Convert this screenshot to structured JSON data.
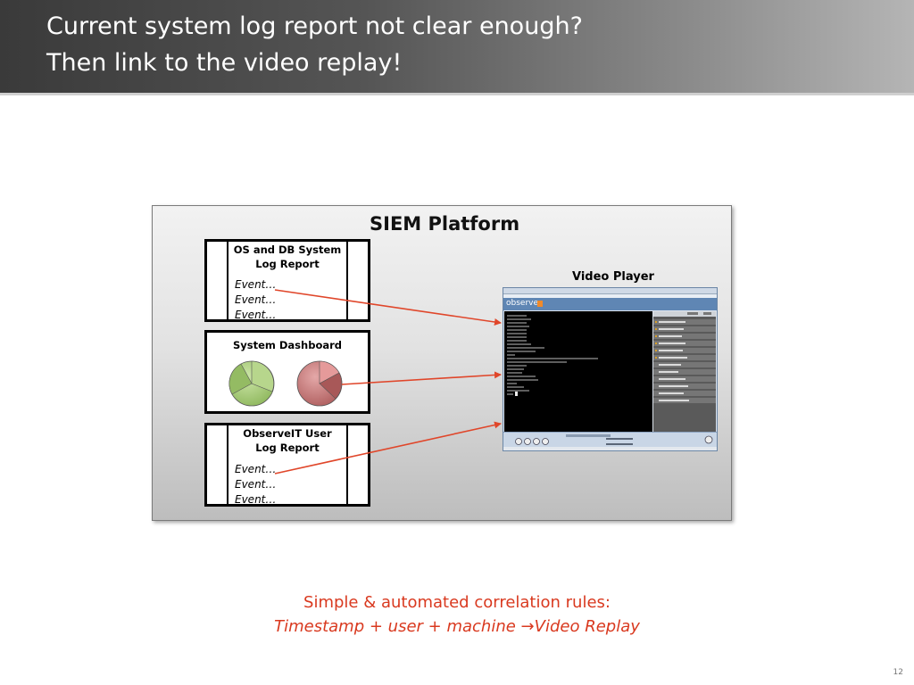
{
  "slide": {
    "title_line1": "Current system log report not clear enough?",
    "title_line2": "Then link to the video replay!",
    "page_number": "12"
  },
  "diagram": {
    "platform_title": "SIEM Platform",
    "video_player_label": "Video Player",
    "os_db_box": {
      "title_line1": "OS and DB System",
      "title_line2": "Log Report",
      "events": [
        "Event…",
        "Event…",
        "Event…"
      ]
    },
    "dashboard_box": {
      "title": "System Dashboard",
      "pie_left_color": "#a8cc7a",
      "pie_right_color": "#c87a7a"
    },
    "observeit_box": {
      "title_line1": "ObserveIT User",
      "title_line2": "Log Report",
      "events": [
        "Event…",
        "Event…",
        "Event…"
      ]
    },
    "screen": {
      "logo": "observe"
    },
    "arrow_color": "#e0462a"
  },
  "footer": {
    "line1": "Simple & automated correlation rules:",
    "line2_text": "Timestamp + user + machine",
    "line2_arrow": "→",
    "line2_end": "Video Replay"
  }
}
